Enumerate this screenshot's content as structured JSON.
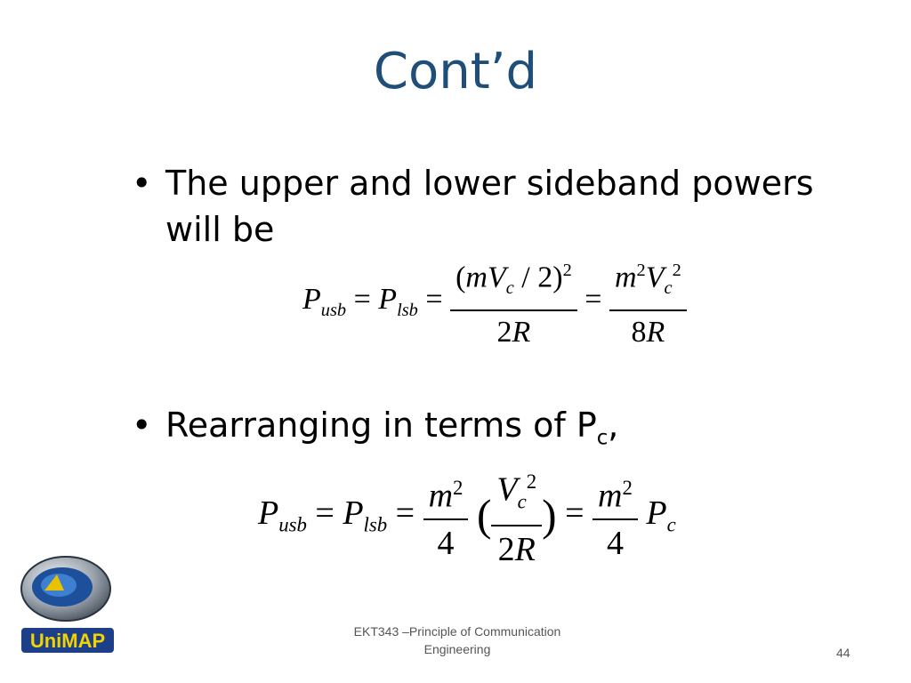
{
  "slide": {
    "title": "Cont’d",
    "bullets": [
      "The upper and lower sideband powers will be",
      "Rearranging in terms of P"
    ],
    "bullet2_sub": "c",
    "bullet2_suffix": ",",
    "footer_line1": "EKT343 –Principle of Communication",
    "footer_line2": "Engineering",
    "page_number": "44",
    "logo_text": "UniMAP"
  },
  "colors": {
    "title": "#1f4e79"
  }
}
